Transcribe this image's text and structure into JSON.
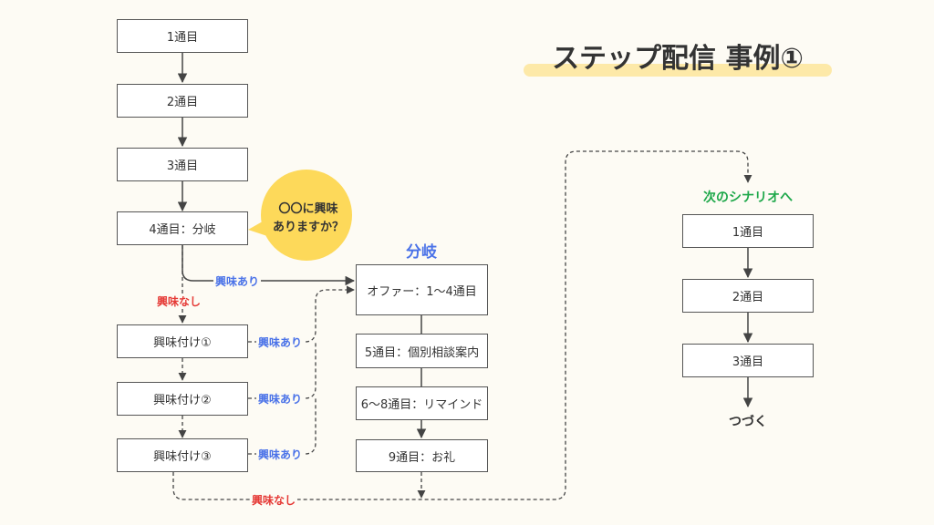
{
  "title": "ステップ配信 事例①",
  "left_flow": {
    "steps": [
      "1通目",
      "2通目",
      "3通目",
      "4通目：分岐"
    ],
    "nurture": [
      "興味付け①",
      "興味付け②",
      "興味付け③"
    ]
  },
  "bubble": {
    "line1": "〇〇に興味",
    "line2": "ありますか？"
  },
  "labels": {
    "interested": "興味あり",
    "not_interested": "興味なし"
  },
  "branch": {
    "heading": "分岐",
    "steps": [
      "オファー：1〜4通目",
      "5通目：個別相談案内",
      "6〜8通目：リマインド",
      "9通目：お礼"
    ]
  },
  "next_scenario": {
    "heading": "次のシナリオへ",
    "steps": [
      "1通目",
      "2通目",
      "3通目"
    ],
    "continue": "つづく"
  },
  "colors": {
    "accent_blue": "#4a72e8",
    "accent_red": "#e53935",
    "accent_green": "#1ea84a",
    "bubble_yellow": "#fdd95a",
    "title_highlight": "#fde9a8"
  }
}
